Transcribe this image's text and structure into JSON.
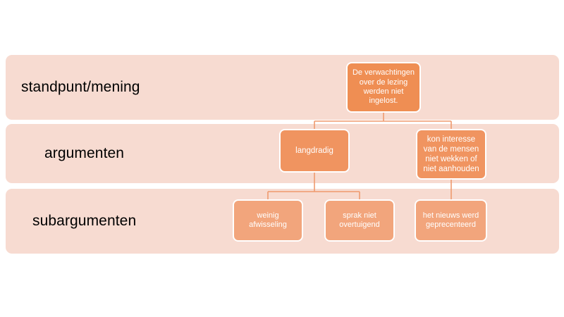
{
  "diagram": {
    "title": "standpunt-argumenten-subargumenten schema",
    "colors": {
      "band_background": "#f7dbd1",
      "standpunt_node": "#ef8e53",
      "argument_node": "#f09460",
      "subargument_node": "#f2a57c",
      "connector_line": "#ef9a6e",
      "node_text": "#ffffff",
      "label_text": "#000000",
      "page_background": "#ffffff"
    },
    "bands": [
      {
        "id": "standpunt",
        "label": "standpunt/mening"
      },
      {
        "id": "argumenten",
        "label": "argumenten"
      },
      {
        "id": "subargumenten",
        "label": "subargumenten"
      }
    ],
    "nodes": {
      "standpunt": {
        "text": "De verwachtingen over de lezing werden niet ingelost."
      },
      "arguments": [
        {
          "id": "arg-1",
          "text": "langdradig"
        },
        {
          "id": "arg-2",
          "text": "kon interesse van de mensen niet wekken of niet aanhouden"
        }
      ],
      "subarguments": [
        {
          "id": "sub-1",
          "text": "weinig afwisseling",
          "parent": "arg-1"
        },
        {
          "id": "sub-2",
          "text": "sprak niet overtuigend",
          "parent": "arg-1"
        },
        {
          "id": "sub-3",
          "text": "het nieuws werd geprecenteerd",
          "parent": "arg-2"
        }
      ]
    },
    "connections": [
      {
        "from": "standpunt",
        "to": "arg-1"
      },
      {
        "from": "standpunt",
        "to": "arg-2"
      },
      {
        "from": "arg-1",
        "to": "sub-1"
      },
      {
        "from": "arg-1",
        "to": "sub-2"
      },
      {
        "from": "arg-2",
        "to": "sub-3"
      }
    ]
  }
}
